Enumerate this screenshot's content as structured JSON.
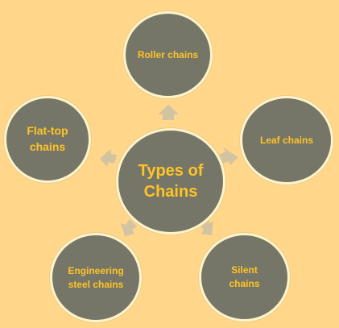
{
  "diagram": {
    "center": {
      "line1": "Types of",
      "line2": "Chains"
    },
    "nodes": {
      "top": {
        "line1": "Roller chains"
      },
      "right": {
        "line1": "Leaf chains"
      },
      "left": {
        "line1": "Flat-top",
        "line2": "chains"
      },
      "bottom_left": {
        "line1": "Engineering",
        "line2": "steel chains"
      },
      "bottom_right": {
        "line1": "Silent",
        "line2": "chains"
      }
    }
  },
  "colors": {
    "background": "#ffd68a",
    "node_fill": "#767668",
    "node_text": "#ffc425",
    "arrow": "#d2c3a1",
    "node_border": "#fff3c8"
  }
}
